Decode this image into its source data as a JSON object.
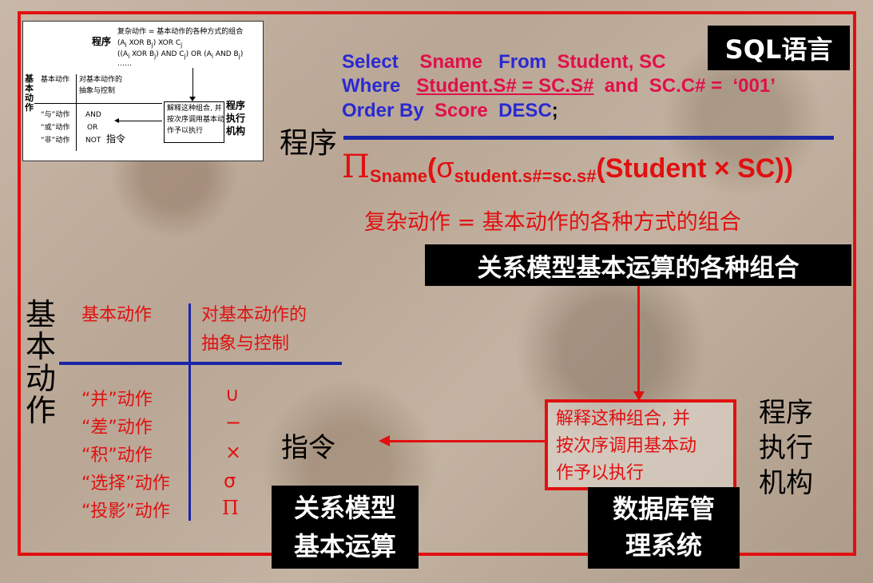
{
  "thumbnail": {
    "prog_label": "程序",
    "complex": "复杂动作 = 基本动作的各种方式的组合",
    "expr1": "(A",
    "expr1b": "XOR B",
    "expr1c": ") XOR C",
    "expr2": "((A",
    "expr2b": "XOR B",
    "expr2c": ") AND C",
    "expr2d": ") OR (A",
    "expr2e": "AND B",
    "expr2f": ")",
    "ellipsis": "……",
    "jiben": "基本动作",
    "left_v": "基本动作",
    "abstract1": "对基本动作的",
    "abstract2": "抽象与控制",
    "ops": [
      "“与”动作",
      "“或”动作",
      "“非”动作"
    ],
    "logic": [
      "AND",
      "OR",
      "NOT"
    ],
    "instr": "指令",
    "explain": [
      "解释这种组合, 并",
      "按次序调用基本动",
      "作予以执行"
    ],
    "exec": [
      "程序",
      "执行",
      "机构"
    ]
  },
  "sql_badge": "SQL语言",
  "sql": {
    "select_kw": "Select",
    "select_val": "Sname",
    "from_kw": "From",
    "from_val": "Student, SC",
    "where_kw": "Where",
    "where_cond": "Student.S# = SC.S#",
    "and_kw": "and",
    "where_cond2": "SC.C# =",
    "where_val": "‘001’",
    "order_kw": "Order By",
    "order_val": "Score",
    "desc_kw": "DESC",
    "semicolon": ";"
  },
  "program_label": "程序",
  "formula": {
    "pi": "Π",
    "pi_sub": "Sname",
    "open": "(",
    "sigma": "σ",
    "sigma_sub": "student.s#=sc.s#",
    "body": "(Student × SC))"
  },
  "complex_action": "复杂动作 = 基本动作的各种方式的组合",
  "relation_combo": "关系模型基本运算的各种组合",
  "explain_box": [
    "解释这种组合, 并",
    "按次序调用基本动",
    "作予以执行"
  ],
  "exec_label": [
    "程序",
    "执行",
    "机构"
  ],
  "instruction": "指令",
  "basic_action_vertical": [
    "基",
    "本",
    "动",
    "作"
  ],
  "table": {
    "head_left": "基本动作",
    "head_right": [
      "对基本动作的",
      "抽象与控制"
    ],
    "rows": [
      {
        "action": "“并”动作",
        "symbol": "∪"
      },
      {
        "action": "“差”动作",
        "symbol": "−"
      },
      {
        "action": "“积”动作",
        "symbol": "×"
      },
      {
        "action": "“选择”动作",
        "symbol": "σ"
      },
      {
        "action": "“投影”动作",
        "symbol": "Π"
      }
    ]
  },
  "relational_ops": [
    "关系模型",
    "基本运算"
  ],
  "dbms": [
    "数据库管",
    "理系统"
  ],
  "colors": {
    "red": "#e01010",
    "blue": "#2a2ad0",
    "magenta": "#e0104a",
    "navy": "#1a24a8"
  }
}
